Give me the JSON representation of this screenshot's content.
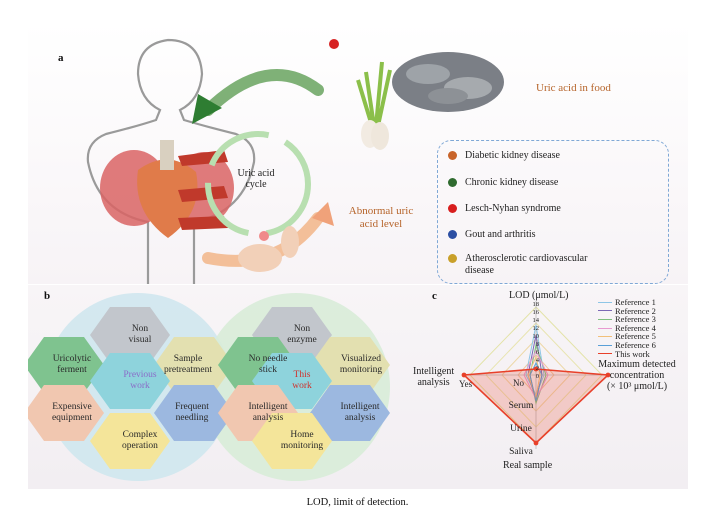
{
  "panel_a": {
    "label": "a",
    "food_label": "Uric acid in food",
    "cycle_label_1": "Uric acid",
    "cycle_label_2": "cycle",
    "abnormal_1": "Abnormal uric",
    "abnormal_2": "acid level",
    "diseases": [
      {
        "name": "Diabetic kidney disease",
        "color": "#c8642a"
      },
      {
        "name": "Chronic kidney disease",
        "color": "#2f6b2f"
      },
      {
        "name": "Lesch-Nyhan syndrome",
        "color": "#d81e1e"
      },
      {
        "name": "Gout and arthritis",
        "color": "#2c4fa3"
      },
      {
        "name": "Atherosclerotic cardiovascular",
        "name2": "disease",
        "color": "#c9a02a"
      }
    ]
  },
  "panel_b": {
    "label": "b",
    "previous": {
      "center_1": "Previous",
      "center_2": "work",
      "top_1": "Non",
      "top_2": "visual",
      "tl_1": "Uricolytic",
      "tl_2": "ferment",
      "tr_1": "Sample",
      "tr_2": "pretreatment",
      "bl_1": "Expensive",
      "bl_2": "equipment",
      "br_1": "Frequent",
      "br_2": "needling",
      "bottom_1": "Complex",
      "bottom_2": "operation"
    },
    "current": {
      "center_1": "This",
      "center_2": "work",
      "top_1": "Non",
      "top_2": "enzyme",
      "tl_1": "No needle",
      "tl_2": "stick",
      "tr_1": "Visualized",
      "tr_2": "monitoring",
      "bl_1": "Intelligent",
      "bl_2": "analysis",
      "br_1": "Intelligent",
      "br_2": "analysis",
      "bottom_1": "Home",
      "bottom_2": "monitoring"
    }
  },
  "panel_c": {
    "label": "c",
    "axis_top": "LOD (μmol/L)",
    "axis_right_1": "Maximum detected",
    "axis_right_2": "concentration",
    "axis_right_3": "(× 10³ μmol/L)",
    "axis_left_1": "Intelligent",
    "axis_left_2": "analysis",
    "left_yes": "Yes",
    "left_no": "No",
    "bottom_levels": [
      "Serum",
      "Urine",
      "Saliva"
    ],
    "axis_bottom": "Real sample",
    "ticks": [
      "18",
      "16",
      "14",
      "12",
      "10",
      "8",
      "6",
      "4",
      "2",
      "0"
    ],
    "legend": [
      {
        "name": "Reference 1",
        "color": "#8ec6e6"
      },
      {
        "name": "Reference 2",
        "color": "#7b68b5"
      },
      {
        "name": "Reference 3",
        "color": "#7fbf7f"
      },
      {
        "name": "Reference 4",
        "color": "#e89ad0"
      },
      {
        "name": "Reference 5",
        "color": "#f2c07a"
      },
      {
        "name": "Reference 6",
        "color": "#5aa0d8"
      },
      {
        "name": "This work",
        "color": "#e8402a"
      }
    ]
  },
  "caption": "LOD, limit of detection."
}
